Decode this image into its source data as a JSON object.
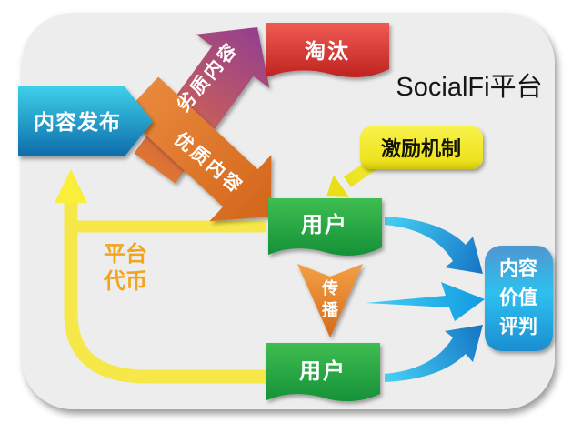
{
  "title": "SocialFi平台",
  "nodes": {
    "publish": {
      "label": "内容发布"
    },
    "eliminate": {
      "label": "淘汰"
    },
    "incentive": {
      "label": "激励机制"
    },
    "user_top": {
      "label": "用户"
    },
    "user_bottom": {
      "label": "用户"
    },
    "evaluation": {
      "label": "内容价值评判",
      "lines": [
        "内容",
        "价值",
        "评判"
      ]
    }
  },
  "flows": {
    "bad_content": {
      "label": "劣质内容"
    },
    "good_content": {
      "label": "优质内容"
    },
    "spread": {
      "label": "传播",
      "chars": [
        "传",
        "播"
      ]
    },
    "platform_token": {
      "label": "平台代币",
      "lines": [
        "平台",
        "代币"
      ]
    }
  },
  "colors": {
    "card_bg": "#ededed",
    "publish_top": "#3ecfe8",
    "publish_bottom": "#0d6cab",
    "eliminate_top": "#ef5a52",
    "eliminate_bottom": "#bf2320",
    "user_green_top": "#3fbd51",
    "user_green_bottom": "#159138",
    "incentive_yellow": "#f2ea2e",
    "evaluation_blue": "#2ec0ef",
    "token_yellow": "#f7e84a",
    "token_label_orange": "#f2a51c",
    "bad_arrow_purple": "#933f90",
    "arrow_orange": "#e0762e",
    "swoosh_blue": "#1a7fc9"
  }
}
